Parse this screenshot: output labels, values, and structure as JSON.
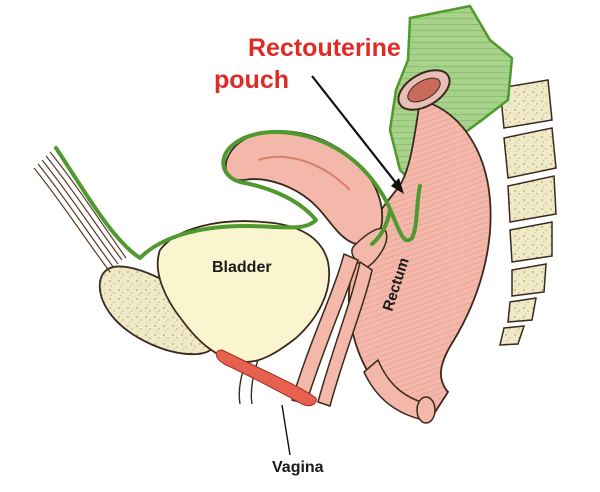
{
  "diagram": {
    "title_line1": "Rectouterine",
    "title_line2": "pouch",
    "labels": {
      "bladder": "Bladder",
      "rectum": "Rectum",
      "vagina": "Vagina"
    }
  },
  "colors": {
    "title": "#e02a26",
    "peritoneum_fill": "#a8d28c",
    "peritoneum_line": "#4e9a2e",
    "organ_pink": "#f4b8aa",
    "organ_pink_dark": "#d77f6c",
    "bladder_fill": "#fbf5cf",
    "bone_fill": "#efe9c7",
    "bone_speckle": "#b7a678",
    "outline": "#3a2a1e",
    "red_vessel": "#e8614f"
  }
}
